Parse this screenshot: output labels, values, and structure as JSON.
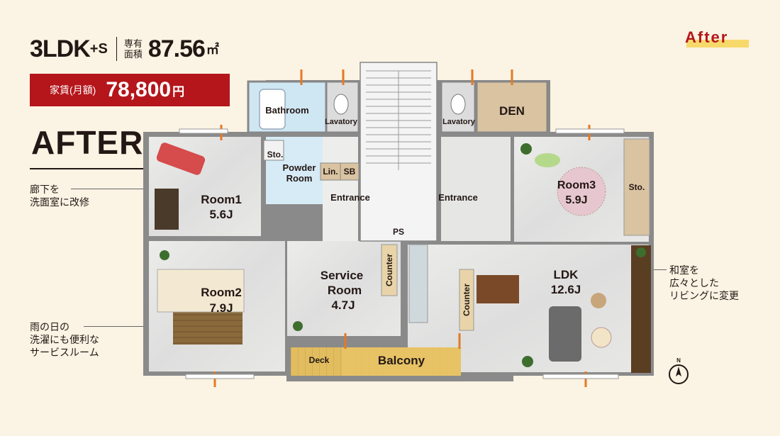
{
  "header": {
    "layout": "3LDK",
    "layout_suffix": "+S",
    "area_label_top": "専有",
    "area_label_bottom": "面積",
    "area_value": "87.56",
    "area_unit": "㎡"
  },
  "rent": {
    "label": "家賃(月額)",
    "value": "78,800",
    "unit": "円"
  },
  "title": "AFTER",
  "tag": "After",
  "notes": {
    "hallway": [
      "廊下を",
      "洗面室に改修"
    ],
    "rainy": [
      "雨の日の",
      "洗濯にも便利な",
      "サービスルーム"
    ],
    "washitsu": [
      "和室を",
      "広々とした",
      "リビングに変更"
    ]
  },
  "rooms": {
    "bathroom": "Bathroom",
    "lavatory1": "Lavatory",
    "lavatory2": "Lavatory",
    "den": "DEN",
    "sto1": "Sto.",
    "powder1": "Powder",
    "powder2": "Room",
    "lin": "Lin.",
    "sb": "SB",
    "entrance1": "Entrance",
    "entrance2": "Entrance",
    "ps": "PS",
    "room1": "Room1",
    "room1_size": "5.6J",
    "room2": "Room2",
    "room2_size": "7.9J",
    "room3": "Room3",
    "room3_size": "5.9J",
    "sto2": "Sto.",
    "service1": "Service",
    "service2": "Room",
    "service_size": "4.7J",
    "counter1": "Counter",
    "counter2": "Counter",
    "ldk": "LDK",
    "ldk_size": "12.6J",
    "deck": "Deck",
    "balcony": "Balcony",
    "compass": "N"
  },
  "colors": {
    "rent_bg": "#b4161b",
    "floor": "#e4e4e2",
    "wall": "#808080",
    "bath": "#cfe6f3",
    "den": "#d9c3a1",
    "balcony": "#e7c466",
    "tag_highlight": "#f7d96b"
  }
}
